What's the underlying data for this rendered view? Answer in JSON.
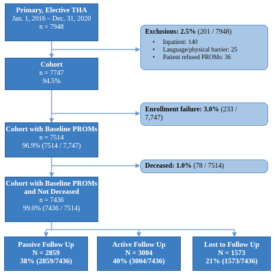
{
  "boxes": {
    "primary": {
      "title": "Primary,  Elective THA",
      "dates": "Jan. 1, 2016 – Dec. 31, 2020",
      "n": "n = 7948"
    },
    "cohort": {
      "title": "Cohort",
      "n": "n = 7747",
      "pct": "94.5%"
    },
    "baseline": {
      "title": "Cohort with Baseline PROMs",
      "n": "n = 7514",
      "pct": "96.9% (7514 / 7,747)"
    },
    "not_deceased": {
      "title1": "Cohort with Baseline PROMs",
      "title2": "and Not Deceased",
      "n": "n = 7436",
      "pct": "99.0% (7436 / 7514)"
    },
    "passive": {
      "title": "Passive Follow Up",
      "n": "N = 2859",
      "pct": "38% (2859/7436)"
    },
    "active": {
      "title": "Active Follow Up",
      "n": "N = 3004",
      "pct": "40% (3004/7436)"
    },
    "lost": {
      "title": "Lost to Follow Up",
      "n": "N = 1573",
      "pct": "21% (1573/7436)"
    }
  },
  "notes": {
    "exclusions": {
      "label": "Exclusions:",
      "pct": "2.5%",
      "detail": "(201 / 7948)",
      "items": [
        "Inpatient: 140",
        "Language/physical barrier: 25",
        "Patient refused PROMs: 36"
      ]
    },
    "enrollment": {
      "label": "Enrollment failure:",
      "pct": "3.0%",
      "detail": "(233 /",
      "detail2": "7,747)"
    },
    "deceased": {
      "label": "Deceased:",
      "pct": "1.0%",
      "detail": "(78 / 7514)"
    }
  },
  "colors": {
    "box": "#3d7dc2",
    "note": "#a8c6e6",
    "connector": "#6f9bcc"
  }
}
